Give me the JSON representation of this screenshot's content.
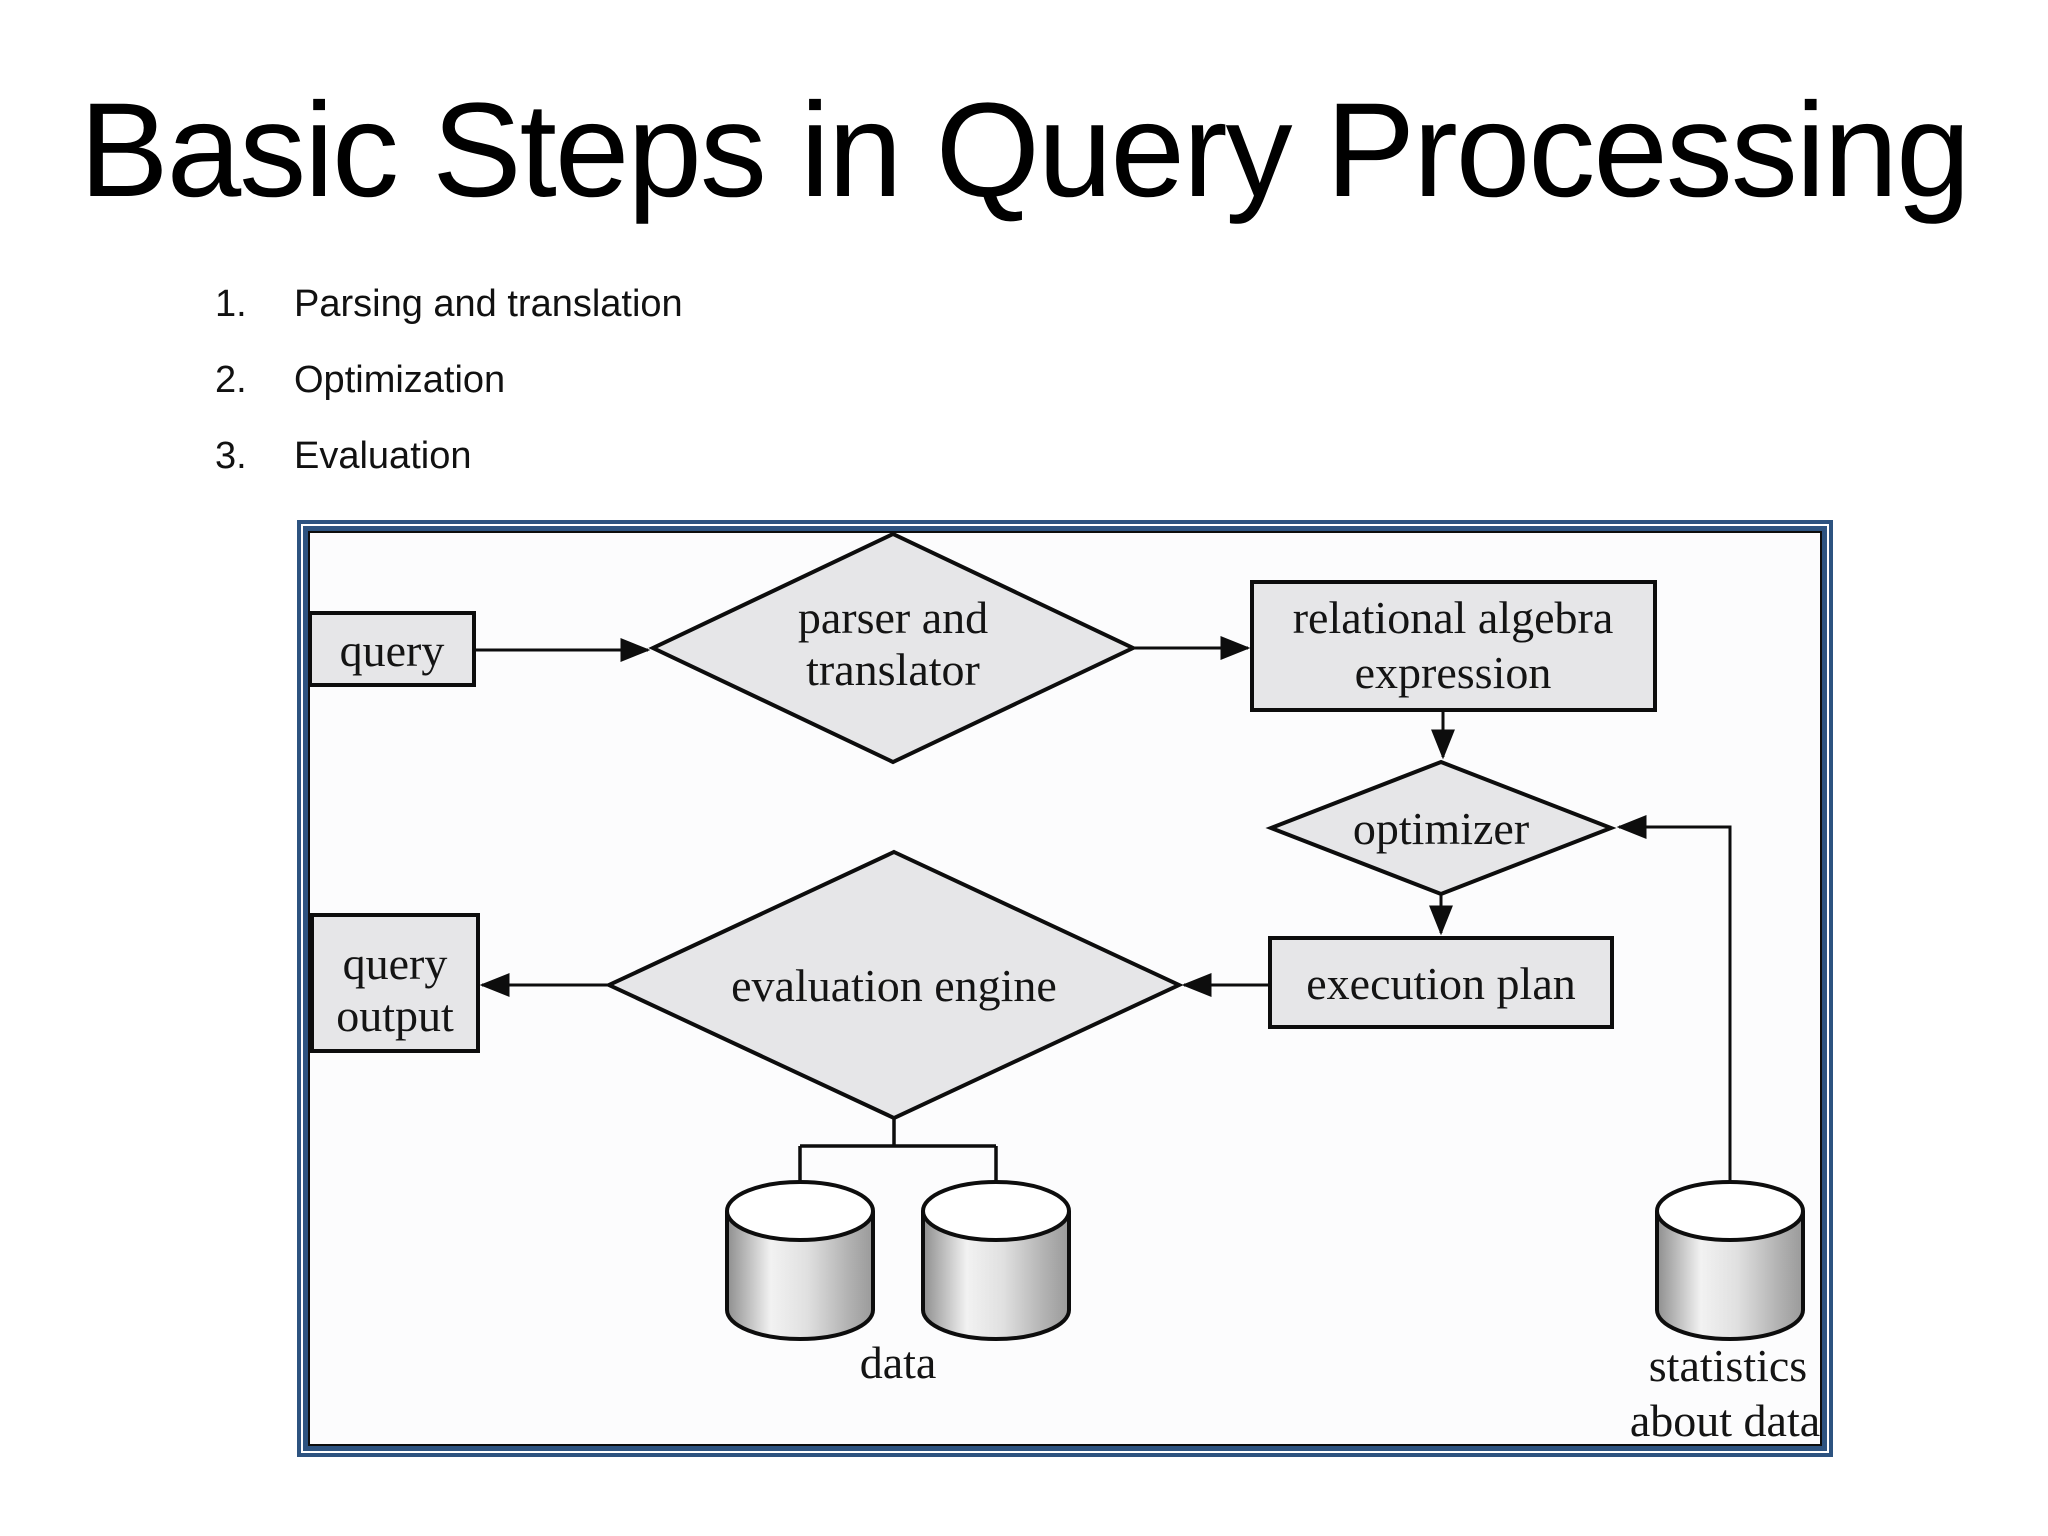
{
  "slide": {
    "title": "Basic Steps in Query Processing",
    "steps": [
      {
        "number": "1.",
        "label": "Parsing and translation"
      },
      {
        "number": "2.",
        "label": "Optimization"
      },
      {
        "number": "3.",
        "label": "Evaluation"
      }
    ]
  },
  "diagram": {
    "nodes": {
      "query": "query",
      "parser_line1": "parser and",
      "parser_line2": "translator",
      "relational_line1": "relational algebra",
      "relational_line2": "expression",
      "optimizer": "optimizer",
      "execution_plan": "execution plan",
      "evaluation_engine": "evaluation engine",
      "query_output_line1": "query",
      "query_output_line2": "output",
      "data_store_label": "data",
      "statistics_line1": "statistics",
      "statistics_line2": "about data"
    },
    "colors": {
      "frame_blue": "#2d5380",
      "shape_fill": "#e6e6e8",
      "line_black": "#0d0d0d",
      "cylinder_top": "#ffffff"
    }
  }
}
